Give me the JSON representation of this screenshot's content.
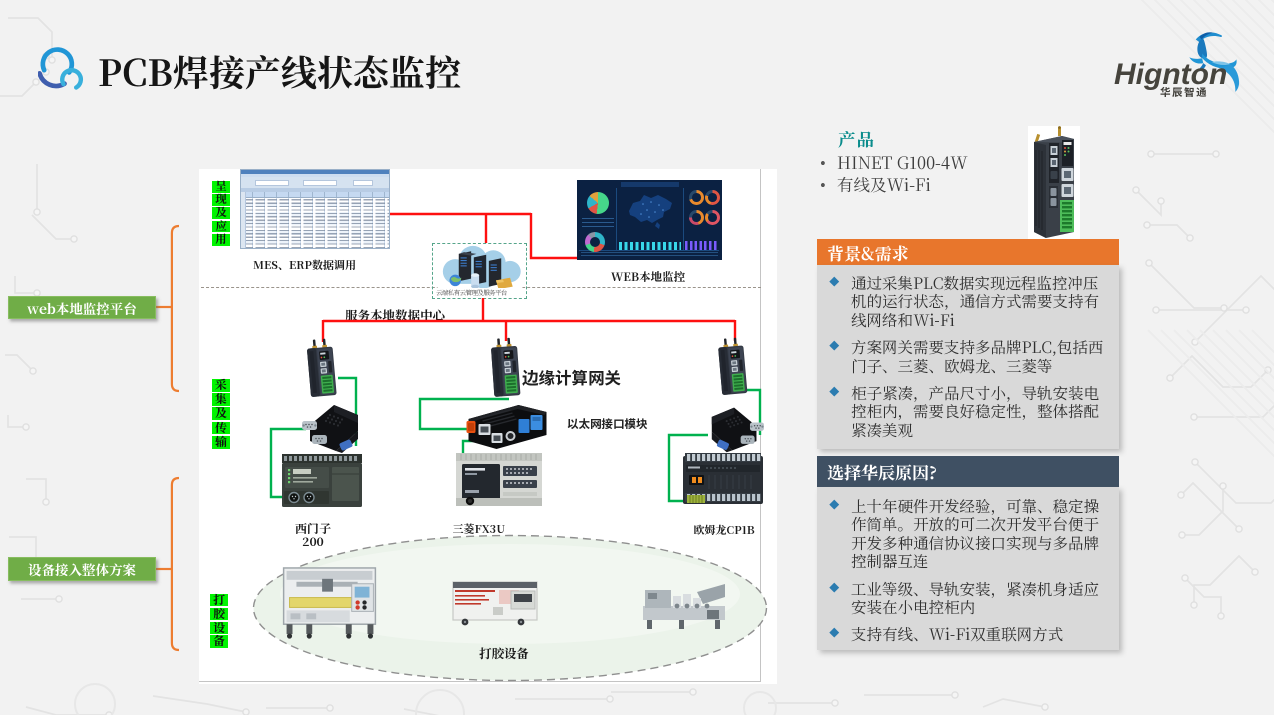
{
  "slide": {
    "title": "PCB焊接产线状态监控"
  },
  "brand": {
    "wordmark": "Hignton",
    "subtext": "华辰智通"
  },
  "colors": {
    "accent_orange": "#ED7D31",
    "accent_dark_blue": "#44546A",
    "panel_gray": "#D9D9D9",
    "green_box": "#70AD47",
    "highlight_green": "#00F400",
    "teal_heading": "#0A8C8C",
    "line_red": "#FE1010",
    "line_green": "#00B14E",
    "logo_blue": "#2196D6"
  },
  "left_annotations": {
    "box1": "web本地监控平台",
    "box2": "设备接入整体方案"
  },
  "diagram": {
    "stage_labels": [
      "呈现及应用",
      "采集及传输",
      "打胶设备"
    ],
    "mes_label": "MES、ERP数据调用",
    "web_label": "WEB本地监控",
    "cloud_caption": "云端私有云管理及服务平台",
    "datacenter_label": "服务本地数据中心",
    "gateway_label": "边缘计算网关",
    "eth_module_label": "以太网接口模块",
    "plc1_label": "西门子",
    "plc1_sub": "200",
    "plc2_label": "三菱FX3U",
    "plc3_label": "欧姆龙CP1B",
    "equipment_label": "打胶设备"
  },
  "right_panel": {
    "product": {
      "heading": "产品",
      "bullet": "•",
      "items": [
        "HINET G100-4W",
        "有线及Wi-Fi"
      ]
    },
    "background": {
      "heading": "背景&需求",
      "bullets": [
        {
          "lines": [
            "通过采集PLC数据实现远程监控冲压",
            "机的运行状态，通信方式需要支持有",
            "线网络和Wi-Fi"
          ]
        },
        {
          "lines": [
            "方案网关需要支持多品牌PLC,包括西",
            "门子、三菱、欧姆龙、三菱等"
          ]
        },
        {
          "lines": [
            "柜子紧凑，产品尺寸小，导轨安装电",
            "控柜内，需要良好稳定性，整体搭配",
            "紧凑美观"
          ]
        }
      ]
    },
    "reasons": {
      "heading": "选择华辰原因?",
      "bullets": [
        {
          "lines": [
            "上十年硬件开发经验，可靠、稳定操",
            "作简单。开放的可二次开发平台便于",
            "开发多种通信协议接口实现与多品牌",
            "控制器互连"
          ]
        },
        {
          "lines": [
            "工业等级、导轨安装，紧凑机身适应",
            "安装在小电控柜内"
          ]
        },
        {
          "lines": [
            "支持有线、Wi-Fi双重联网方式"
          ]
        }
      ]
    }
  }
}
